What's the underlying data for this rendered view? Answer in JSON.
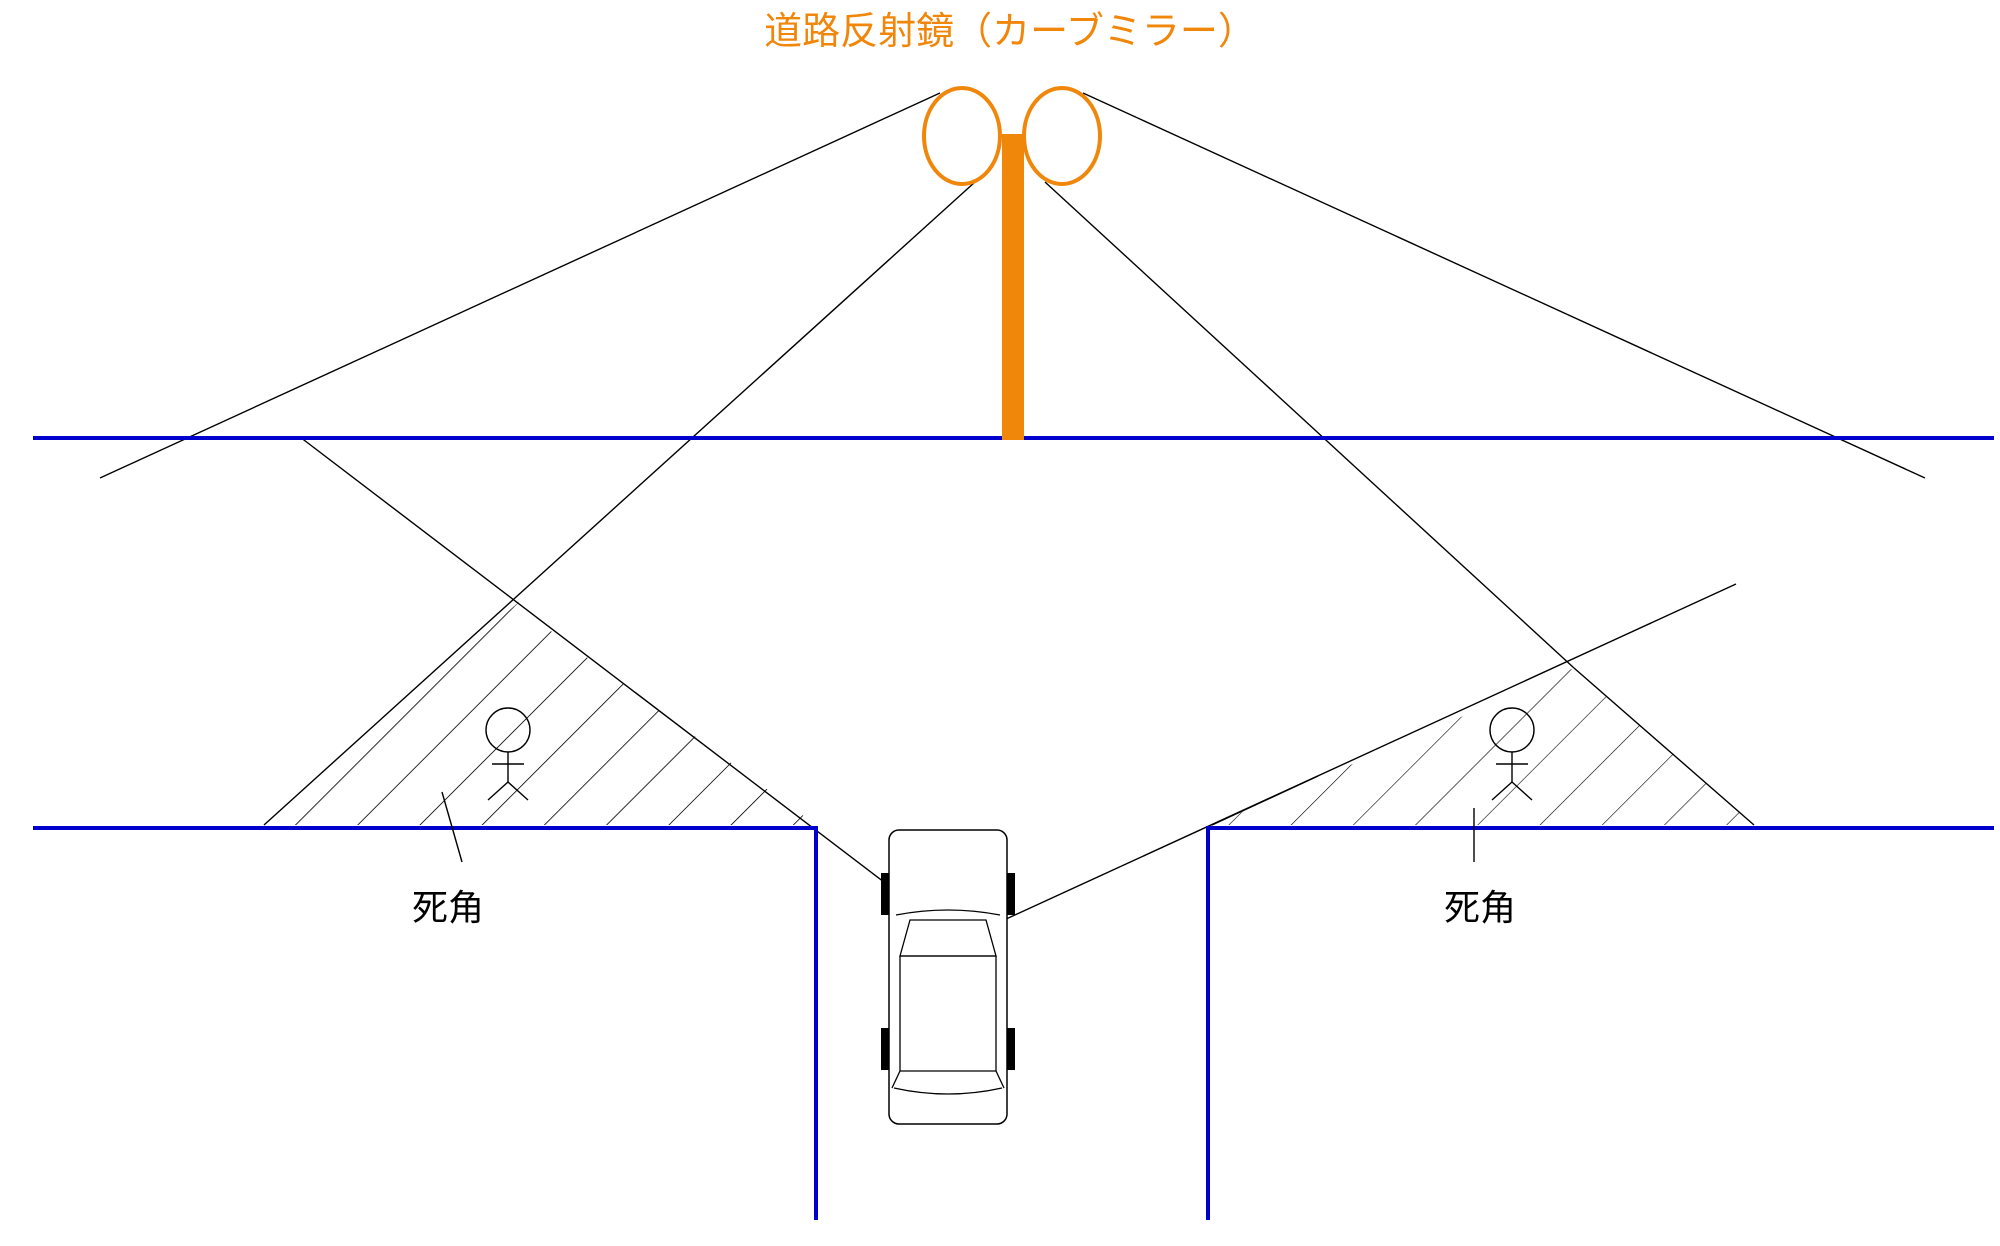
{
  "diagram": {
    "title": "道路反射鏡（カーブミラー）",
    "blind_spot_left": "死角",
    "blind_spot_right": "死角",
    "colors": {
      "road": "#0000cc",
      "mirror": "#f0860a",
      "lines": "#000000"
    }
  }
}
